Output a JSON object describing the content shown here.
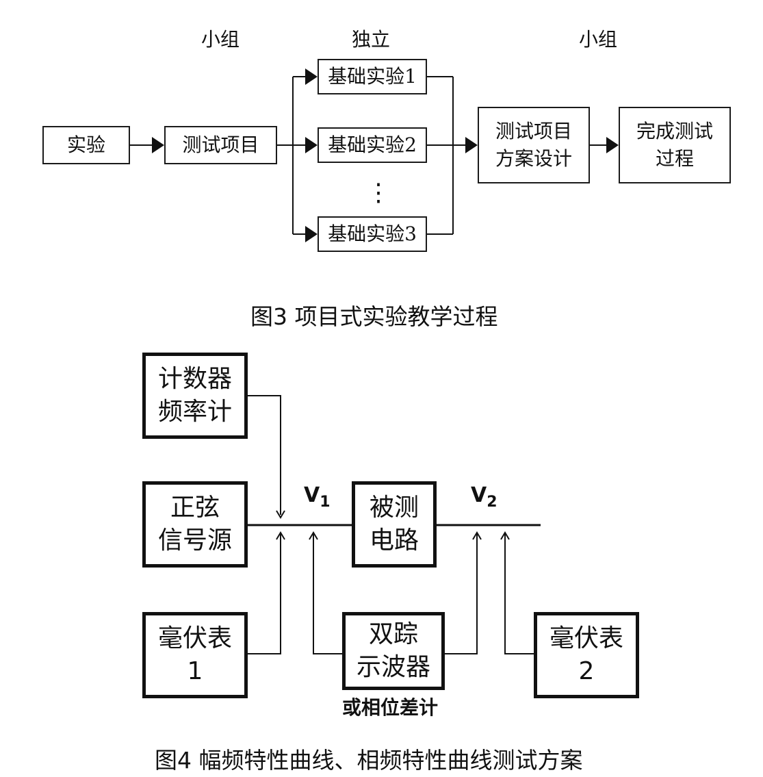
{
  "figure3": {
    "stage_labels": [
      "小组",
      "独立",
      "小组"
    ],
    "nodes": {
      "experiment": "实验",
      "test_project": "测试项目",
      "basic1": "基础实验1",
      "basic2": "基础实验2",
      "basic3": "基础实验3",
      "ellipsis": "⋮",
      "design": [
        "测试项目",
        "方案设计"
      ],
      "complete": [
        "完成测试",
        "过程"
      ]
    },
    "caption": "图3  项目式实验教学过程"
  },
  "figure4": {
    "nodes": {
      "counter": [
        "计数器",
        "频率计"
      ],
      "sine_source": [
        "正弦",
        "信号源"
      ],
      "millivoltmeter1": [
        "毫伏表",
        "1"
      ],
      "dut": [
        "被测",
        "电路"
      ],
      "oscilloscope": [
        "双踪",
        "示波器"
      ],
      "millivoltmeter2": [
        "毫伏表",
        "2"
      ]
    },
    "v1": {
      "letter": "V",
      "sub": "1"
    },
    "v2": {
      "letter": "V",
      "sub": "2"
    },
    "note": "或相位差计",
    "caption": "图4  幅频特性曲线、相频特性曲线测试方案"
  }
}
